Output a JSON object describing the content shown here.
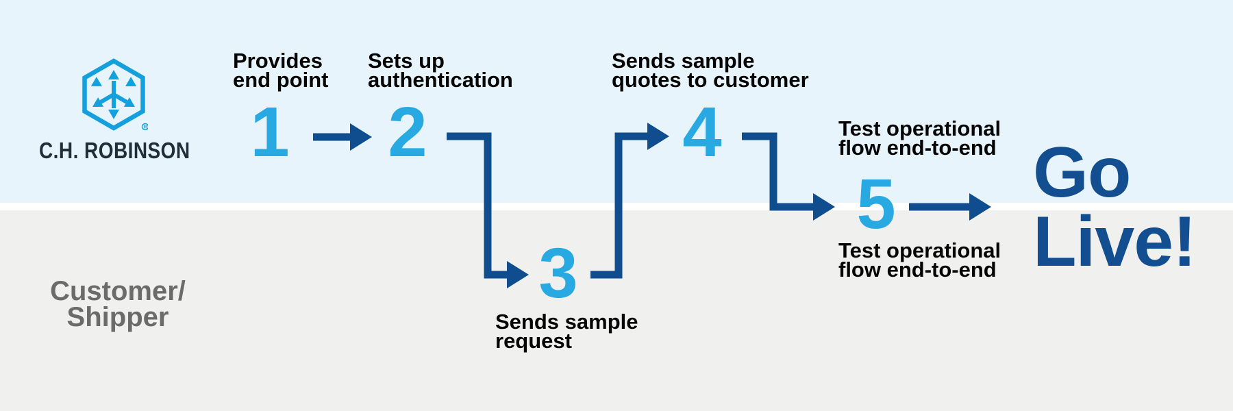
{
  "logo": {
    "company_name": "C.H. ROBINSON",
    "icon": "hexagon-arrows",
    "registered_mark": "R"
  },
  "lanes": {
    "top": {
      "owner": "C.H. Robinson"
    },
    "bottom": {
      "label": "Customer/\nShipper"
    }
  },
  "steps": [
    {
      "num": "1",
      "label": "Provides\nend point"
    },
    {
      "num": "2",
      "label": "Sets up\nauthentication"
    },
    {
      "num": "3",
      "label": "Sends sample\nrequest"
    },
    {
      "num": "4",
      "label": "Sends sample\nquotes to customer"
    },
    {
      "num": "5",
      "label_top": "Test operational\nflow end-to-end",
      "label_bottom": "Test operational\nflow end-to-end"
    }
  ],
  "finale": {
    "label": "Go\nLive!"
  },
  "colors": {
    "step-number": "#29A9E1",
    "arrow": "#0F4D8E",
    "go-live": "#134F90",
    "label": "#050505",
    "lane-top-bg": "#E8F4FB",
    "lane-bottom-bg": "#F0F1EF",
    "divider": "#FFFFFF",
    "lane-label": "#6A6B6A",
    "logo-blue": "#14A0DC",
    "logo-text": "#1F2E38"
  }
}
